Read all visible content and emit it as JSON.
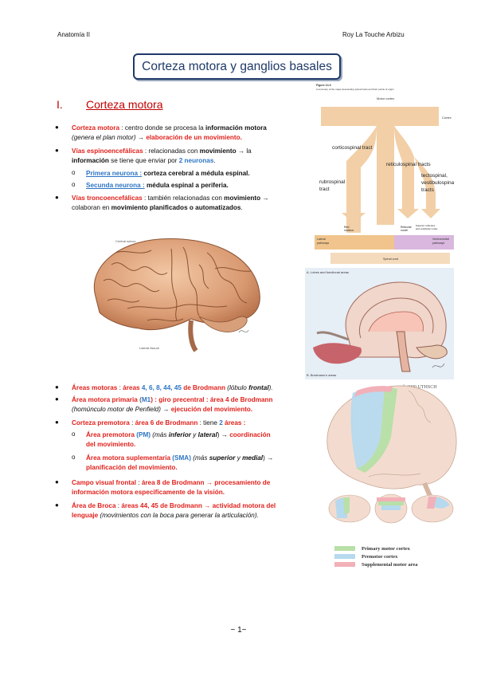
{
  "header": {
    "left": "Anatomía II",
    "right": "Roy La Touche Arbizu"
  },
  "title": "Corteza motora y ganglios basales",
  "section": {
    "number": "I.",
    "title": "Corteza motora"
  },
  "block1": [
    {
      "term": "Corteza motora",
      "sep": " : ",
      "l1a": "centro donde se procesa la ",
      "l1b": "información motora",
      "l2a": "(genera el plan motor)",
      "l2b": " → ",
      "l2c": "elaboración de un movimiento."
    },
    {
      "term": "Vías espinoencefálicas",
      "sep": " : ",
      "l1a": "relacionadas con ",
      "l1b": "movimiento",
      "l1c": " → la",
      "l2a": "información",
      "l2b": " se tiene que enviar por ",
      "l2c": "2 neuronas",
      "l2d": "."
    },
    {
      "term": "Primera neurona :",
      "text": "corteza cerebral a médula espinal."
    },
    {
      "term": "Secunda neurona :",
      "text": "médula espinal a periferia."
    },
    {
      "term": "Vías troncoencefálicas",
      "sep": " : ",
      "l1a": "también relacionadas con ",
      "l1b": "movimiento",
      "l1c": " →",
      "l2a": "colaboran en ",
      "l2b": "movimiento planificados o automatizados",
      "l2c": "."
    }
  ],
  "block2": {
    "areas_motoras": {
      "term": "Áreas motoras",
      "sep": " : ",
      "a": "áreas ",
      "b": "4, 6, 8, 44, 45",
      "c": " de Brodmann ",
      "d": "(lóbulo ",
      "e": "frontal",
      "f": ")."
    },
    "primaria": {
      "term": "Área motora primaria",
      "sep": " (",
      "m1": "M1",
      "l1a": ") : giro precentral : área 4 de Brodmann",
      "l2a": "(homúnculo motor de Penfield)",
      "l2b": " → ",
      "l2c": "ejecución del movimiento."
    },
    "premotora": {
      "term": "Corteza premotora",
      "sep": " : ",
      "a": "área 6 de Brodmann",
      "b": " : tiene ",
      "c": "2",
      "d": " áreas :"
    },
    "pm": {
      "term": "Área premotora ",
      "abbr": "(PM)",
      "a": " (más ",
      "b": "inferior",
      "c": " y ",
      "d": "lateral",
      "e": ") → ",
      "f": "coordinación",
      "l2": "del movimiento."
    },
    "sma": {
      "term": "Área motora suplementaria ",
      "abbr": "(SMA)",
      "a": " (más ",
      "b": "superior",
      "c": " y ",
      "d": "medial",
      "e": ") →",
      "l2": "planificación del movimiento."
    },
    "visual": {
      "term": "Campo visual frontal",
      "sep": " : ",
      "a": "área 8 de Brodmann",
      "b": " → procesamiento de",
      "l2": "información motora especificamente de la visión."
    },
    "broca": {
      "term": "Área de Broca",
      "sep": " : ",
      "a": "áreas 44, 45 de Brodmann",
      "b": " → actividad motora del",
      "l2a": "lenguaje",
      "l2b": " (movimientos con la boca para generar la articulación)."
    }
  },
  "figure_tracts": {
    "caption_lines": [
      "Figure 14.X",
      "A summary of the major descending spinal tracts and their points of origin."
    ],
    "motor_cortex": "Motor cortex",
    "cortex": "Cortex",
    "corticospinal": "corticospinal tract",
    "reticulospinal": "reticulospinal tracts",
    "rubrospinal": [
      "rubrospinal",
      "tract"
    ],
    "tectospinal": [
      "tectospinal,",
      "vestibulospinal",
      "tracts"
    ],
    "red_nucleus": [
      "Red",
      "nucleus"
    ],
    "reticular_nuclei": [
      "Reticular",
      "nuclei"
    ],
    "superior_colliculus": [
      "Superior colliculus",
      "and vestibular nuclei"
    ],
    "lateral_pathways": [
      "Lateral",
      "pathways"
    ],
    "ventromedial_pathways": [
      "Ventromedial",
      "pathways"
    ],
    "spinal_cord": "Spinal cord"
  },
  "figure_brain_sections": {
    "label_a": "A. Lobes and functional areas",
    "label_b": "B. Brodmann's areas"
  },
  "figure_motor_areas": {
    "copyright": "© 2000 UTHSCH",
    "legend": [
      {
        "label": "Primary motor cortex",
        "color": "#b8e0a8"
      },
      {
        "label": "Premotor cortex",
        "color": "#b6d9ee"
      },
      {
        "label": "Supplemental motor area",
        "color": "#f2b0b8"
      }
    ]
  },
  "page_number": "~ 1~"
}
